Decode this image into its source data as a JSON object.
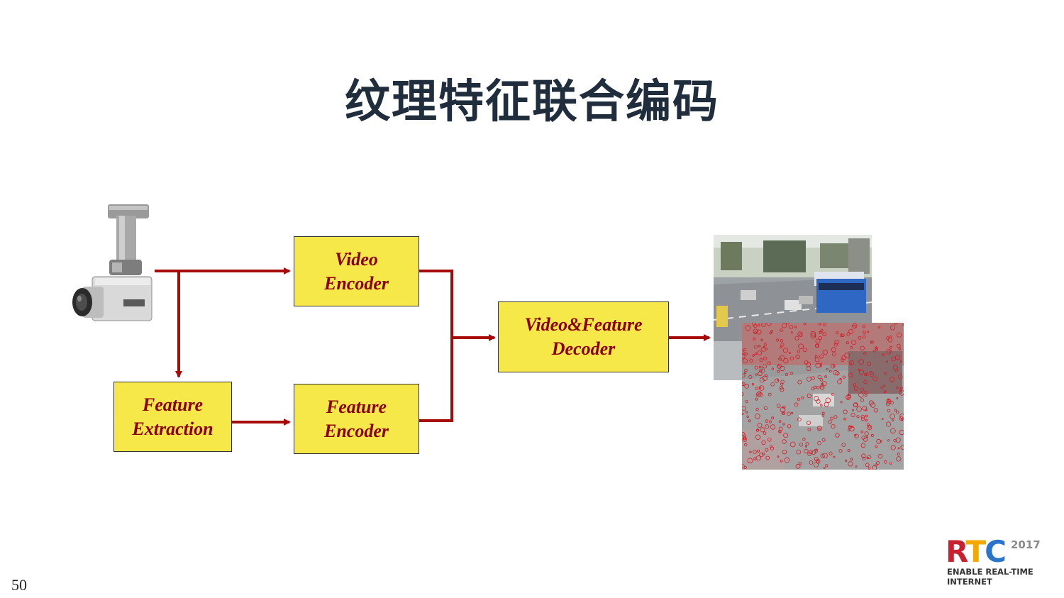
{
  "title": "纹理特征联合编码",
  "boxes": {
    "video_encoder": [
      "Video",
      "Encoder"
    ],
    "feature_extraction": [
      "Feature",
      "Extraction"
    ],
    "feature_encoder": [
      "Feature",
      "Encoder"
    ],
    "decoder": [
      "Video&Feature",
      "Decoder"
    ]
  },
  "images": {
    "camera": "surveillance-camera-photo",
    "traffic_scene": "traffic-scene-photo",
    "feature_overlay": "traffic-scene-feature-points-photo"
  },
  "colors": {
    "arrow": "#a60a0a",
    "box_fill": "#f7e84a",
    "box_text": "#8b0000",
    "feature_points": "#d0202a"
  },
  "page_number": "50",
  "logo": {
    "r": "R",
    "t": "T",
    "c": "C",
    "year": "2017",
    "tagline_1": "ENABLE REAL-TIME",
    "tagline_2": "INTERNET"
  }
}
